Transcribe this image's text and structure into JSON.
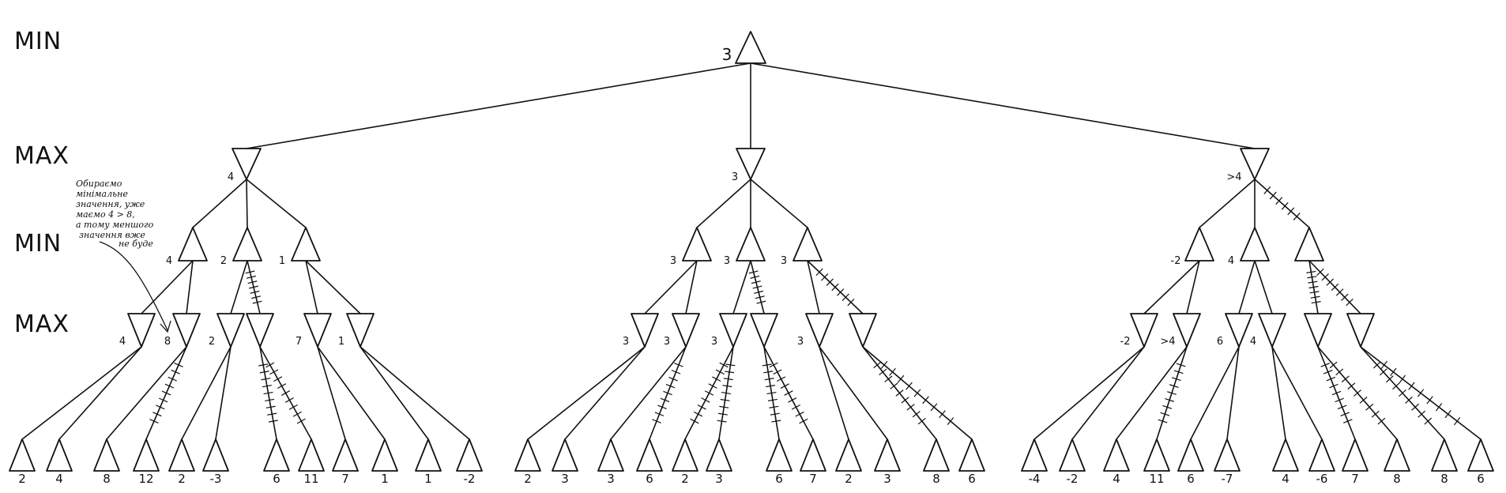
{
  "levels": [
    "MIN",
    "MAX",
    "MIN",
    "MAX"
  ],
  "root": {
    "value": "3"
  },
  "level1": [
    {
      "value": "4"
    },
    {
      "value": "3"
    },
    {
      "value": ">4"
    }
  ],
  "level2": [
    {
      "value": "4"
    },
    {
      "value": "2"
    },
    {
      "value": "1"
    },
    {
      "value": "3"
    },
    {
      "value": "3"
    },
    {
      "value": "3"
    },
    {
      "value": "-2"
    },
    {
      "value": "4"
    },
    {
      "value": ""
    }
  ],
  "level3": [
    {
      "value": "4"
    },
    {
      "value": "8"
    },
    {
      "value": "2"
    },
    {
      "value": ""
    },
    {
      "value": "7"
    },
    {
      "value": "1"
    },
    {
      "value": "3"
    },
    {
      "value": "3"
    },
    {
      "value": "3"
    },
    {
      "value": ""
    },
    {
      "value": "3"
    },
    {
      "value": ""
    },
    {
      "value": "-2"
    },
    {
      "value": ">4"
    },
    {
      "value": "6"
    },
    {
      "value": "4"
    },
    {
      "value": ""
    },
    {
      "value": ""
    }
  ],
  "leaves": [
    "2",
    "4",
    "8",
    "12",
    "2",
    "-3",
    "6",
    "11",
    "7",
    "1",
    "1",
    "-2",
    "2",
    "3",
    "3",
    "6",
    "2",
    "3",
    "6",
    "7",
    "2",
    "3",
    "8",
    "6",
    "-4",
    "-2",
    "4",
    "11",
    "6",
    "-7",
    "4",
    "-6",
    "7",
    "8",
    "8",
    "6"
  ],
  "annotation": [
    "Обираємо",
    "мінімальне",
    "значення, уже",
    "маємо 4 > 8,",
    "а тому меншого",
    "значення вже",
    "не буде"
  ]
}
